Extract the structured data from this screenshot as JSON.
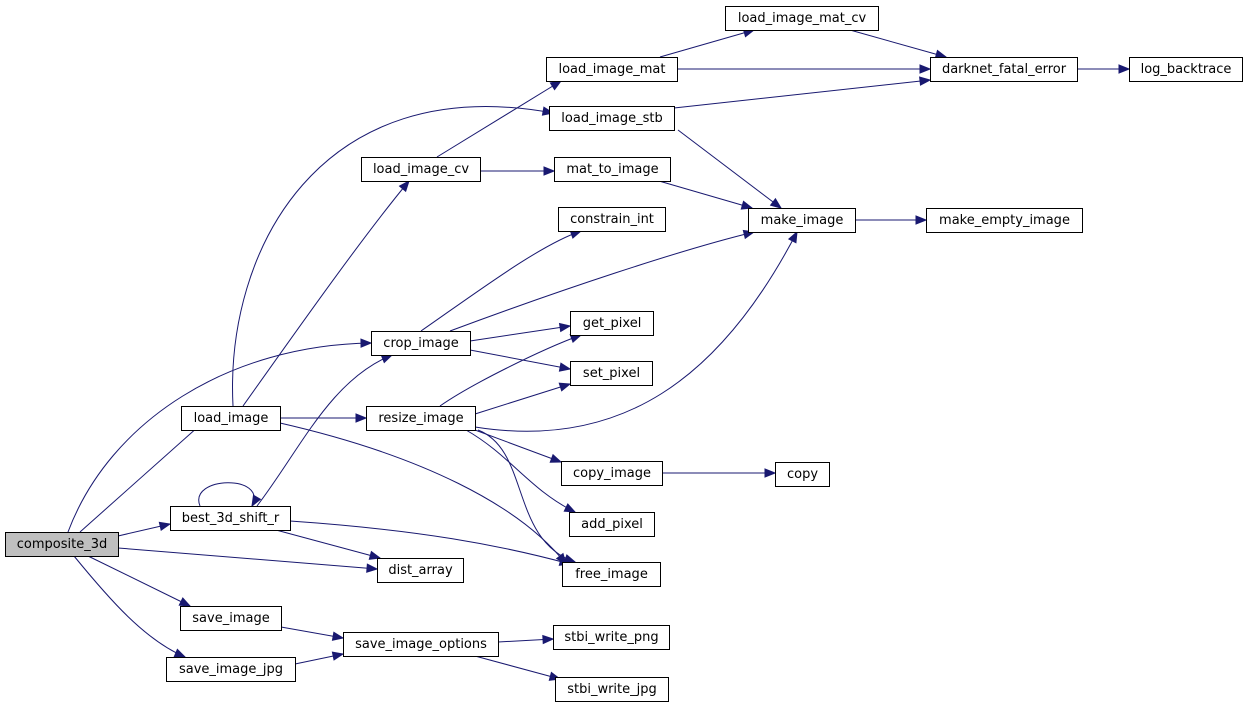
{
  "graph": {
    "colors": {
      "edge": "#191970",
      "root_fill": "#bfbfbf",
      "node_fill": "#ffffff",
      "node_border": "#000000"
    },
    "nodes": {
      "composite_3d": "composite_3d",
      "best_3d_shift_r": "best_3d_shift_r",
      "load_image": "load_image",
      "save_image": "save_image",
      "save_image_jpg": "save_image_jpg",
      "crop_image": "crop_image",
      "load_image_cv": "load_image_cv",
      "resize_image": "resize_image",
      "dist_array": "dist_array",
      "save_image_options": "save_image_options",
      "load_image_mat": "load_image_mat",
      "load_image_stb": "load_image_stb",
      "mat_to_image": "mat_to_image",
      "constrain_int": "constrain_int",
      "get_pixel": "get_pixel",
      "set_pixel": "set_pixel",
      "copy_image": "copy_image",
      "add_pixel": "add_pixel",
      "free_image": "free_image",
      "stbi_write_png": "stbi_write_png",
      "stbi_write_jpg": "stbi_write_jpg",
      "load_image_mat_cv": "load_image_mat_cv",
      "darknet_fatal_error": "darknet_fatal_error",
      "make_image": "make_image",
      "make_empty_image": "make_empty_image",
      "copy": "copy",
      "log_backtrace": "log_backtrace"
    },
    "edges": [
      [
        "composite_3d",
        "best_3d_shift_r"
      ],
      [
        "composite_3d",
        "load_image"
      ],
      [
        "composite_3d",
        "crop_image"
      ],
      [
        "composite_3d",
        "dist_array"
      ],
      [
        "composite_3d",
        "save_image"
      ],
      [
        "composite_3d",
        "save_image_jpg"
      ],
      [
        "best_3d_shift_r",
        "best_3d_shift_r"
      ],
      [
        "best_3d_shift_r",
        "crop_image"
      ],
      [
        "best_3d_shift_r",
        "dist_array"
      ],
      [
        "best_3d_shift_r",
        "free_image"
      ],
      [
        "load_image",
        "load_image_cv"
      ],
      [
        "load_image",
        "load_image_stb"
      ],
      [
        "load_image",
        "resize_image"
      ],
      [
        "load_image",
        "free_image"
      ],
      [
        "load_image_cv",
        "load_image_mat"
      ],
      [
        "load_image_cv",
        "mat_to_image"
      ],
      [
        "load_image_mat",
        "load_image_mat_cv"
      ],
      [
        "load_image_mat",
        "darknet_fatal_error"
      ],
      [
        "load_image_mat_cv",
        "darknet_fatal_error"
      ],
      [
        "load_image_stb",
        "darknet_fatal_error"
      ],
      [
        "load_image_stb",
        "make_image"
      ],
      [
        "darknet_fatal_error",
        "log_backtrace"
      ],
      [
        "mat_to_image",
        "make_image"
      ],
      [
        "make_image",
        "make_empty_image"
      ],
      [
        "crop_image",
        "constrain_int"
      ],
      [
        "crop_image",
        "make_image"
      ],
      [
        "crop_image",
        "get_pixel"
      ],
      [
        "crop_image",
        "set_pixel"
      ],
      [
        "resize_image",
        "make_image"
      ],
      [
        "resize_image",
        "get_pixel"
      ],
      [
        "resize_image",
        "set_pixel"
      ],
      [
        "resize_image",
        "copy_image"
      ],
      [
        "resize_image",
        "add_pixel"
      ],
      [
        "resize_image",
        "free_image"
      ],
      [
        "copy_image",
        "copy"
      ],
      [
        "save_image",
        "save_image_options"
      ],
      [
        "save_image_jpg",
        "save_image_options"
      ],
      [
        "save_image_options",
        "stbi_write_png"
      ],
      [
        "save_image_options",
        "stbi_write_jpg"
      ]
    ]
  }
}
